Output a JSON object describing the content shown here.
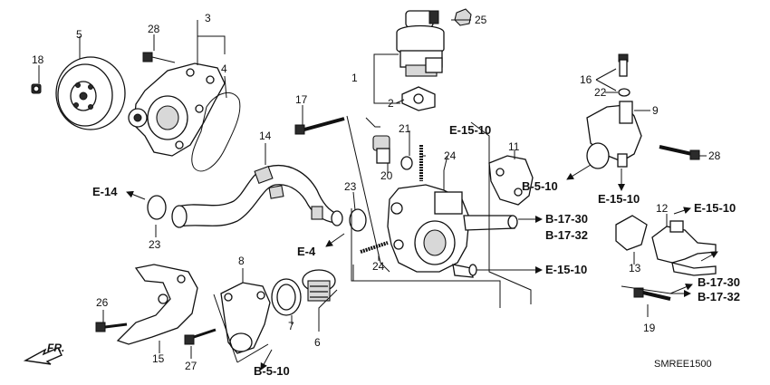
{
  "callouts": [
    "1",
    "2",
    "3",
    "4",
    "5",
    "6",
    "7",
    "8",
    "9",
    "11",
    "12",
    "13",
    "14",
    "15",
    "16",
    "17",
    "18",
    "19",
    "20",
    "21",
    "22",
    "23",
    "23",
    "24",
    "24",
    "25",
    "26",
    "27",
    "28",
    "28"
  ],
  "refs": {
    "e15_10_top": "E-15-10",
    "b17_30_mid": "B-17-30",
    "b17_32_mid": "B-17-32",
    "e15_10_mid": "E-15-10",
    "e14": "E-14",
    "e4": "E-4",
    "b5_10_right": "B-5-10",
    "e15_10_right": "E-15-10",
    "e15_10_farright": "E-15-10",
    "b17_30_right": "B-17-30",
    "b17_32_right": "B-17-32",
    "b5_10_bottom": "B-5-10"
  },
  "front_label": "FR.",
  "diagram_code": "SMREE1500"
}
